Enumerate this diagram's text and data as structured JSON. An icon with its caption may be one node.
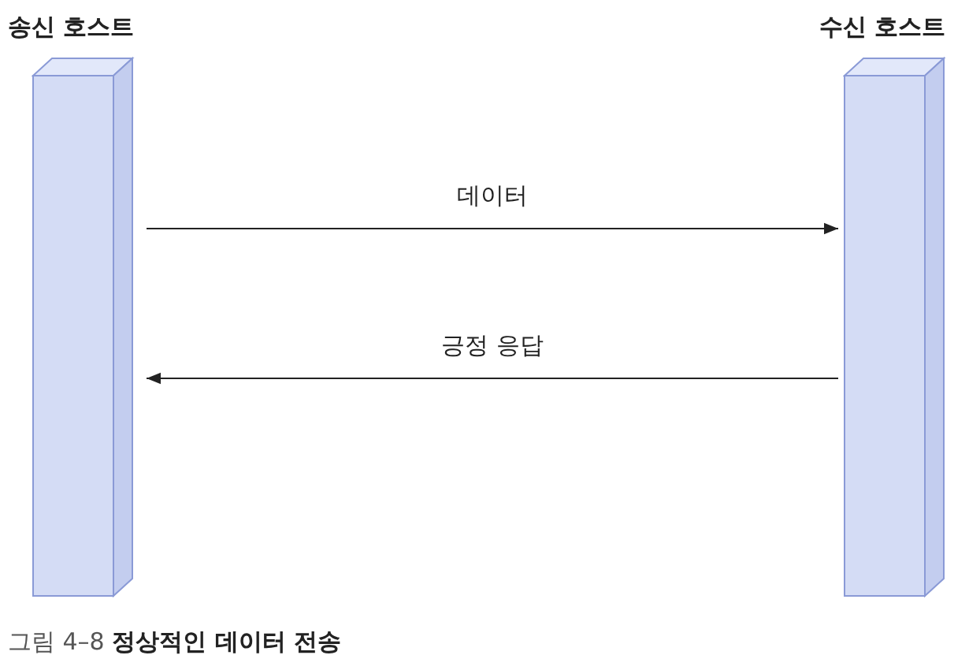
{
  "diagram": {
    "caption": "그림 4–8 **정상적인 데이터 전송**",
    "nodes": [
      {
        "text": [
          "송신 호스트"
        ]
      },
      {
        "text": [
          "수신 호스트"
        ]
      }
    ],
    "edges": [
      {
        "from": 0,
        "to": 1,
        "arrow": "to",
        "label": "데이터"
      },
      {
        "from": 1,
        "to": 0,
        "arrow": "to",
        "label": "긍정 응답"
      }
    ]
  }
}
